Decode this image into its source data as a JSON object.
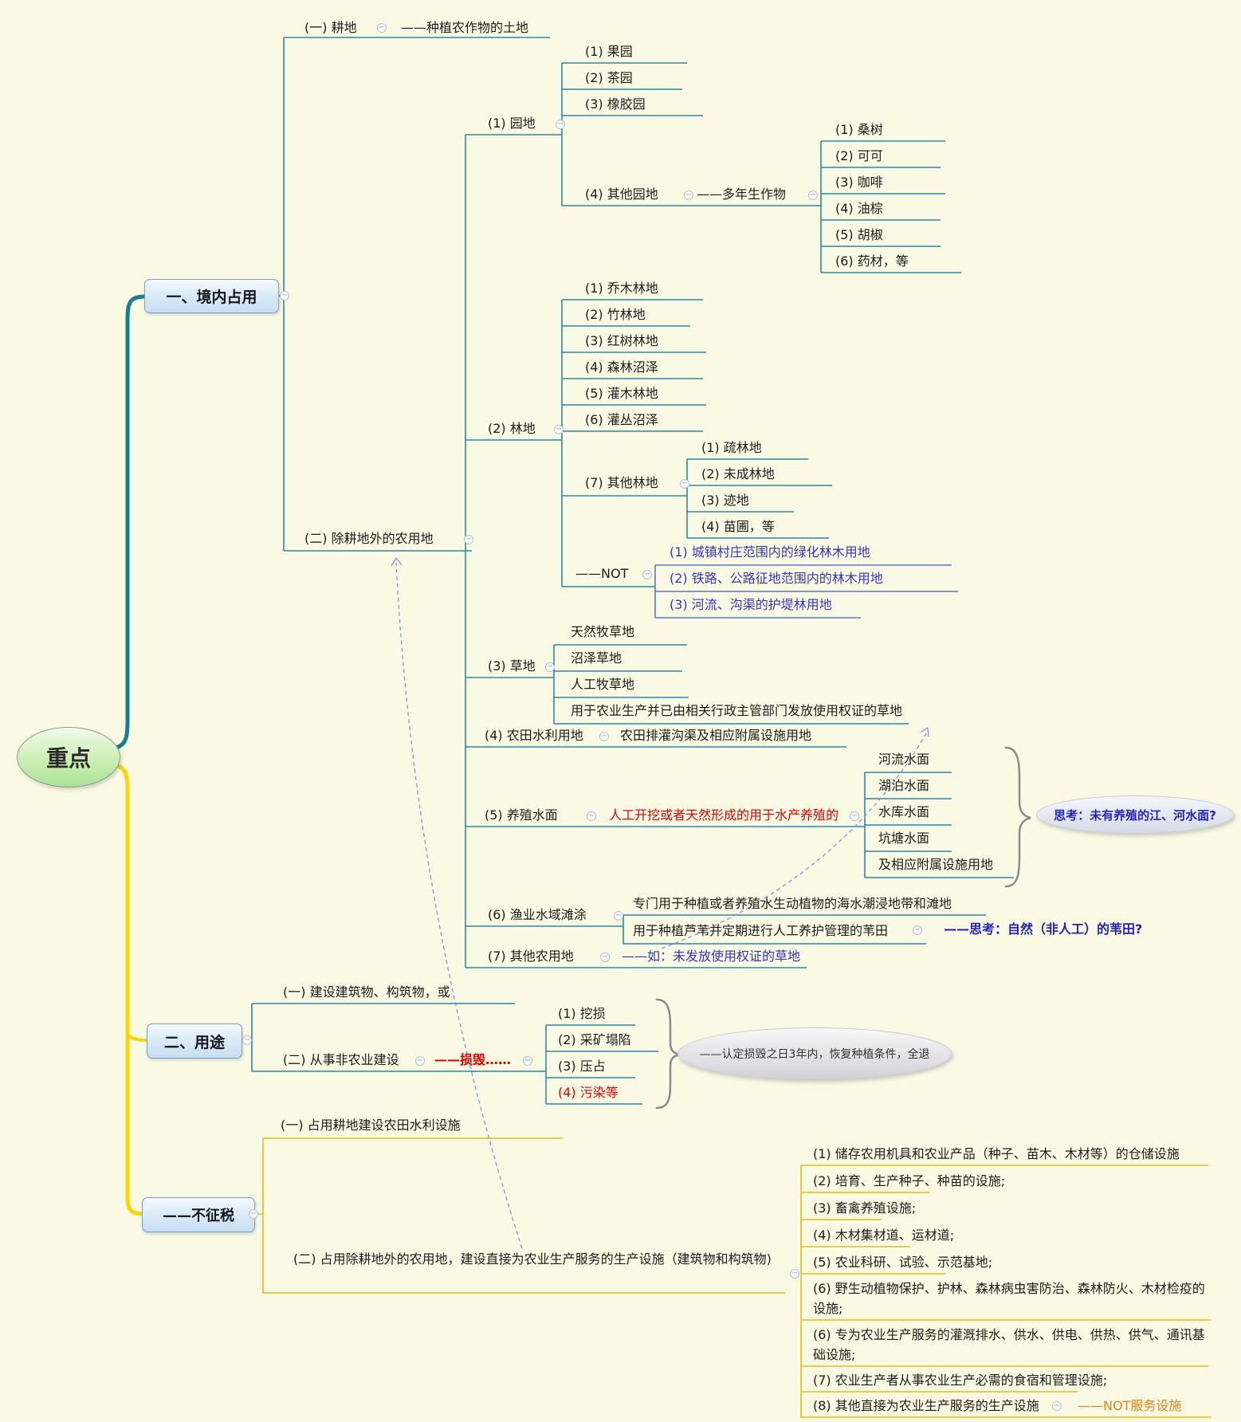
{
  "root": {
    "label": "重点"
  },
  "colors": {
    "background": "#fafae4",
    "teal_line": "#2e86a3",
    "teal_trunk": "#157f8d",
    "yellow_trunk": "#ffd400",
    "yellow_line": "#e5c62f",
    "blue_line": "#6173ce",
    "blue_text": "#3434cd",
    "red_text": "#e60000",
    "orange_text": "#e8821e",
    "topic_box_border": "#76a2c9"
  },
  "branch1": {
    "label": "一、境内占用",
    "gengdi": {
      "label": "(一) 耕地",
      "note": "——种植农作物的土地"
    },
    "nongyongdi": {
      "label": "(二) 除耕地外的农用地",
      "yuandi": {
        "label": "(1) 园地",
        "items": [
          "(1) 果园",
          "(2) 茶园",
          "(3) 橡胶园"
        ],
        "other": {
          "label": "(4) 其他园地",
          "note": "——多年生作物",
          "items": [
            "(1) 桑树",
            "(2) 可可",
            "(3) 咖啡",
            "(4) 油棕",
            "(5) 胡椒",
            "(6) 药材，等"
          ]
        }
      },
      "lindi": {
        "label": "(2) 林地",
        "items": [
          "(1) 乔木林地",
          "(2) 竹林地",
          "(3) 红树林地",
          "(4) 森林沼泽",
          "(5) 灌木林地",
          "(6) 灌丛沼泽"
        ],
        "other": {
          "label": "(7) 其他林地",
          "items": [
            "(1) 疏林地",
            "(2) 未成林地",
            "(3) 迹地",
            "(4) 苗圃，等"
          ]
        },
        "not": {
          "label": "——NOT",
          "items": [
            "(1) 城镇村庄范围内的绿化林木用地",
            "(2) 铁路、公路征地范围内的林木用地",
            "(3) 河流、沟渠的护堤林用地"
          ]
        }
      },
      "caodi": {
        "label": "(3) 草地",
        "items": [
          "天然牧草地",
          "沼泽草地",
          "人工牧草地",
          "用于农业生产并已由相关行政主管部门发放使用权证的草地"
        ]
      },
      "nongtianshuili": {
        "label": "(4) 农田水利用地",
        "note": "农田排灌沟渠及相应附属设施用地"
      },
      "yangzhi": {
        "label": "(5) 养殖水面",
        "note": "人工开挖或者天然形成的用于水产养殖的",
        "items": [
          "河流水面",
          "湖泊水面",
          "水库水面",
          "坑塘水面",
          "及相应附属设施用地"
        ],
        "callout": "思考：未有养殖的江、河水面?"
      },
      "yuye": {
        "label": "(6) 渔业水域滩涂",
        "item1": "专门用于种植或者养殖水生动植物的海水潮浸地带和滩地",
        "item2": "用于种植芦苇并定期进行人工养护管理的苇田",
        "item2_note": "——思考：自然（非人工）的苇田?"
      },
      "qita": {
        "label": "(7) 其他农用地",
        "note": "——如：未发放使用权证的草地"
      }
    }
  },
  "branch2": {
    "label": "二、用途",
    "item1": "(一) 建设建筑物、构筑物，或",
    "item2": {
      "label": "(二) 从事非农业建设",
      "note": "——损毁……",
      "items": [
        "(1) 挖损",
        "(2) 采矿塌陷",
        "(3) 压占",
        "(4) 污染等"
      ],
      "callout": "——认定损毁之日3年内，恢复种植条件，全退"
    }
  },
  "branch3": {
    "label": "——不征税",
    "item1": "(一) 占用耕地建设农田水利设施",
    "item2": {
      "label": "(二) 占用除耕地外的农用地，建设直接为农业生产服务的生产设施（建筑物和构筑物)",
      "items": [
        "(1) 储存农用机具和农业产品（种子、苗木、木材等）的仓储设施",
        "(2) 培育、生产种子、种苗的设施;",
        "(3) 畜禽养殖设施;",
        "(4) 木材集材道、运材道;",
        "(5) 农业科研、试验、示范基地;",
        "(6) 野生动植物保护、护林、森林病虫害防治、森林防火、木材检疫的设施;",
        "(6) 专为农业生产服务的灌溉排水、供水、供电、供热、供气、通讯基础设施;",
        "(7) 农业生产者从事农业生产必需的食宿和管理设施;",
        "(8) 其他直接为农业生产服务的生产设施"
      ],
      "item8_note": "——NOT服务设施"
    }
  }
}
